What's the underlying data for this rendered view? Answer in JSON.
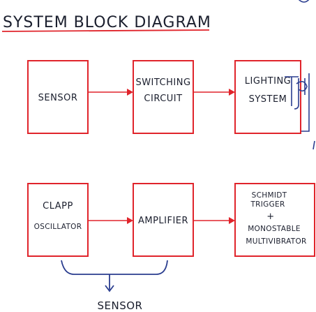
{
  "title": "SYSTEM BLOCK DIAGRAM",
  "row1": {
    "sensor": "SENSOR",
    "switching_line1": "SWITCHING",
    "switching_line2": "CIRCUIT",
    "lighting_line1": "LIGHTING",
    "lighting_line2": "SYSTEM"
  },
  "row2": {
    "clapp_line1": "CLAPP",
    "clapp_line2": "OSCILLATOR",
    "amplifier": "AMPLIFIER",
    "schmidt_line1": "SCHMIDT",
    "schmidt_line2": "TRIGGER",
    "plus": "+",
    "mono_line1": "MONOSTABLE",
    "mono_line2": "MULTIVIBRATOR"
  },
  "bottom_label": "SENSOR",
  "colors": {
    "box_stroke": "#e0242b",
    "arrow": "#e0242b",
    "text": "#1b1f2e",
    "brace": "#2a3d8f"
  }
}
